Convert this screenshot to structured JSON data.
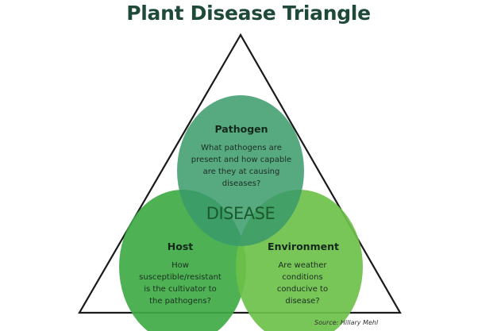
{
  "title": "Plant Disease Triangle",
  "center_label": "DISEASE",
  "source": "Source: Hillary Mehl",
  "colors": {
    "title": "#1f4a3a",
    "pathogen": "#3a9a6a",
    "host": "#3fab47",
    "environment": "#6cc04a",
    "triangle_stroke": "#1a1a1a",
    "center_label": "#1b5a2c"
  },
  "circles": {
    "pathogen": {
      "title": "Pathogen",
      "lines": [
        "What pathogens are",
        "present and how capable",
        "are they at causing",
        "diseases?"
      ]
    },
    "host": {
      "title": "Host",
      "lines": [
        "How",
        "susceptible/resistant",
        "is the cultivator to",
        "the pathogens?"
      ]
    },
    "environment": {
      "title": "Environment",
      "lines": [
        "Are weather",
        "conditions",
        "conducive to",
        "disease?"
      ]
    }
  }
}
